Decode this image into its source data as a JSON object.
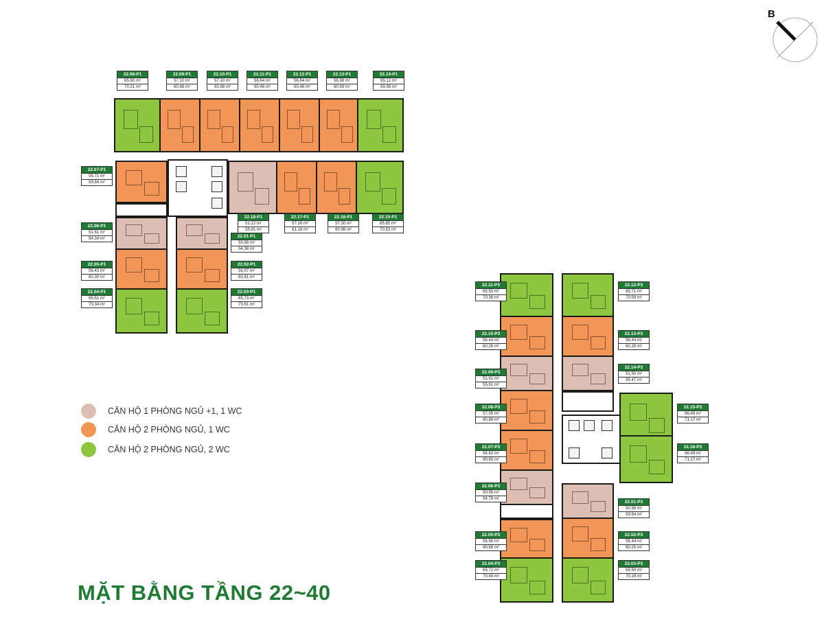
{
  "compass_letter": "B",
  "colors": {
    "green": "#8dc63f",
    "orange": "#f29658",
    "beige": "#dcbfb2",
    "label_bg": "#1f7a34",
    "title": "#1f7a34"
  },
  "legend": [
    {
      "label": "CĂN HỘ 1 PHÒNG NGỦ +1, 1 WC",
      "color": "#dcbfb2"
    },
    {
      "label": "CĂN HỘ 2 PHÒNG NGỦ, 1 WC",
      "color": "#f29658"
    },
    {
      "label": "CĂN HỘ 2 PHÒNG NGỦ, 2 WC",
      "color": "#8dc63f"
    }
  ],
  "title": "MẶT BẰNG TẦNG 22~40",
  "units_p1": [
    {
      "code": "22.08-P1",
      "area1": "65.90 m²",
      "area2": "70.21 m²",
      "type": "green"
    },
    {
      "code": "22.09-P1",
      "area1": "57.10 m²",
      "area2": "60.88 m²",
      "type": "orange"
    },
    {
      "code": "22.10-P1",
      "area1": "57.10 m²",
      "area2": "60.88 m²",
      "type": "orange"
    },
    {
      "code": "22.11-P1",
      "area1": "56.64 m²",
      "area2": "60.46 m²",
      "type": "orange"
    },
    {
      "code": "22.12-P1",
      "area1": "56.64 m²",
      "area2": "60.46 m²",
      "type": "orange"
    },
    {
      "code": "22.13-P1",
      "area1": "56.98 m²",
      "area2": "60.69 m²",
      "type": "orange"
    },
    {
      "code": "22.14-P1",
      "area1": "65.12 m²",
      "area2": "69.99 m²",
      "type": "green"
    },
    {
      "code": "22.07-P1",
      "area1": "55.71 m²",
      "area2": "59.84 m²",
      "type": "orange"
    },
    {
      "code": "22.18-P1",
      "area1": "51.22 m²",
      "area2": "55.91 m²",
      "type": "beige"
    },
    {
      "code": "22.17-P1",
      "area1": "57.16 m²",
      "area2": "61.18 m²",
      "type": "orange"
    },
    {
      "code": "22.16-P1",
      "area1": "57.30 m²",
      "area2": "60.98 m²",
      "type": "orange"
    },
    {
      "code": "22.15-P1",
      "area1": "65.85 m²",
      "area2": "70.53 m²",
      "type": "green"
    },
    {
      "code": "22.06-P1",
      "area1": "51.61 m²",
      "area2": "54.34 m²",
      "type": "beige"
    },
    {
      "code": "22.01-P1",
      "area1": "50.56 m²",
      "area2": "54.38 m²",
      "type": "beige"
    },
    {
      "code": "22.05-P1",
      "area1": "56.43 m²",
      "area2": "60.30 m²",
      "type": "orange"
    },
    {
      "code": "22.02-P1",
      "area1": "56.97 m²",
      "area2": "60.81 m²",
      "type": "orange"
    },
    {
      "code": "22.04-P1",
      "area1": "65.61 m²",
      "area2": "70.34 m²",
      "type": "green"
    },
    {
      "code": "22.03-P1",
      "area1": "65.73 m²",
      "area2": "70.51 m²",
      "type": "green"
    }
  ],
  "units_p3": [
    {
      "code": "22.11-P3",
      "area1": "65.50 m²",
      "area2": "70.36 m²",
      "type": "green"
    },
    {
      "code": "22.12-P3",
      "area1": "65.71 m²",
      "area2": "70.59 m²",
      "type": "green"
    },
    {
      "code": "22.10-P3",
      "area1": "56.44 m²",
      "area2": "60.26 m²",
      "type": "orange"
    },
    {
      "code": "22.13-P3",
      "area1": "56.44 m²",
      "area2": "60.26 m²",
      "type": "orange"
    },
    {
      "code": "22.09-P3",
      "area1": "51.91 m²",
      "area2": "55.61 m²",
      "type": "beige"
    },
    {
      "code": "22.14-P3",
      "area1": "51.50 m²",
      "area2": "55.47 m²",
      "type": "beige"
    },
    {
      "code": "22.08-P3",
      "area1": "57.05 m²",
      "area2": "60.88 m²",
      "type": "orange"
    },
    {
      "code": "22.15-P3",
      "area1": "66.49 m²",
      "area2": "71.17 m²",
      "type": "green"
    },
    {
      "code": "22.07-P3",
      "area1": "56.82 m²",
      "area2": "60.65 m²",
      "type": "orange"
    },
    {
      "code": "22.16-P3",
      "area1": "66.49 m²",
      "area2": "71.17 m²",
      "type": "green"
    },
    {
      "code": "22.06-P3",
      "area1": "50.95 m²",
      "area2": "54.78 m²",
      "type": "beige"
    },
    {
      "code": "22.01-P3",
      "area1": "50.58 m²",
      "area2": "55.54 m²",
      "type": "beige"
    },
    {
      "code": "22.05-P3",
      "area1": "56.66 m²",
      "area2": "60.68 m²",
      "type": "orange"
    },
    {
      "code": "22.02-P3",
      "area1": "56.44 m²",
      "area2": "60.25 m²",
      "type": "orange"
    },
    {
      "code": "22.04-P3",
      "area1": "65.72 m²",
      "area2": "70.49 m²",
      "type": "green"
    },
    {
      "code": "22.03-P3",
      "area1": "65.50 m²",
      "area2": "70.28 m²",
      "type": "green"
    }
  ]
}
